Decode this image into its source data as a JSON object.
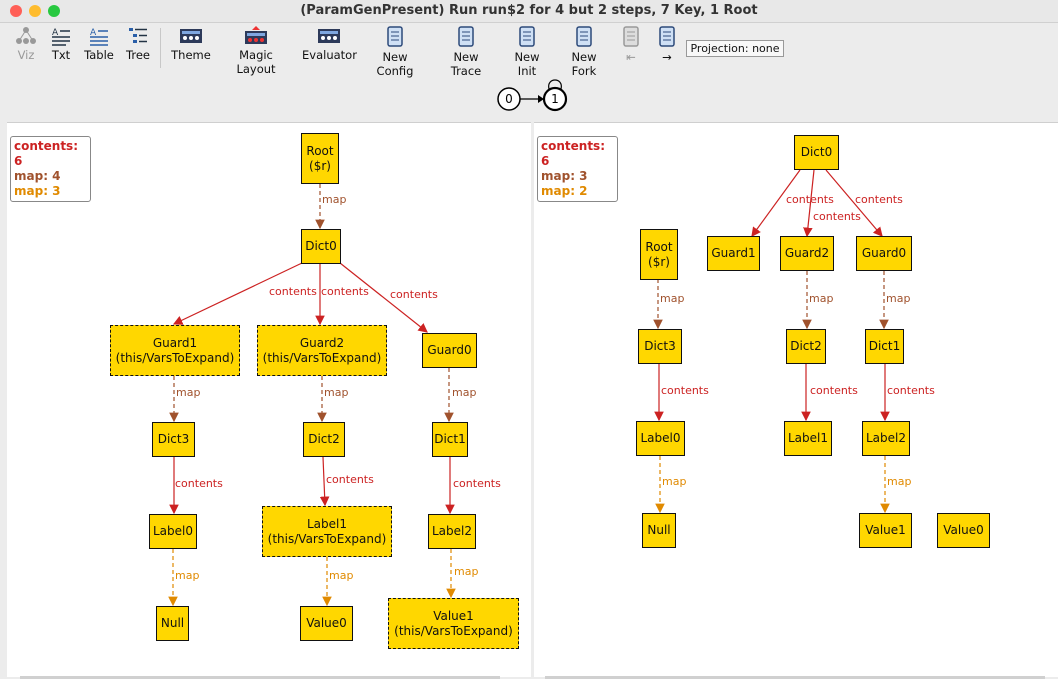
{
  "window": {
    "title": "(ParamGenPresent) Run run$2 for 4 but 2 steps, 7 Key, 1 Root"
  },
  "toolbar": {
    "viz": "Viz",
    "txt": "Txt",
    "table": "Table",
    "tree": "Tree",
    "theme": "Theme",
    "magic_layout": "Magic Layout",
    "evaluator": "Evaluator",
    "new_config": "New Config",
    "new_trace": "New Trace",
    "new_init": "New Init",
    "new_fork": "New Fork",
    "prev": "⇤",
    "next": "→",
    "projection": "Projection: none"
  },
  "trace": {
    "state0": "0",
    "state1": "1"
  },
  "left": {
    "legend": {
      "contents": "contents: 6",
      "map": "map: 4",
      "map2": "map: 3"
    },
    "nodes": {
      "root": "Root\n($r)",
      "dict0": "Dict0",
      "guard1": "Guard1\n(this/VarsToExpand)",
      "guard2": "Guard2\n(this/VarsToExpand)",
      "guard0": "Guard0",
      "dict3": "Dict3",
      "dict2": "Dict2",
      "dict1": "Dict1",
      "label0": "Label0",
      "label1": "Label1\n(this/VarsToExpand)",
      "label2": "Label2",
      "null": "Null",
      "value0": "Value0",
      "value1": "Value1\n(this/VarsToExpand)"
    },
    "edges": {
      "contents": "contents",
      "map": "map"
    }
  },
  "right": {
    "legend": {
      "contents": "contents: 6",
      "map": "map: 3",
      "map2": "map: 2"
    },
    "nodes": {
      "dict0": "Dict0",
      "root": "Root\n($r)",
      "guard1": "Guard1",
      "guard2": "Guard2",
      "guard0": "Guard0",
      "dict3": "Dict3",
      "dict2": "Dict2",
      "dict1": "Dict1",
      "label0": "Label0",
      "label1": "Label1",
      "label2": "Label2",
      "null": "Null",
      "value1": "Value1",
      "value0": "Value0"
    },
    "edges": {
      "contents": "contents",
      "map": "map"
    }
  },
  "colors": {
    "node_fill": "#ffd700",
    "contents_edge": "#cc2222",
    "map_edge": "#a0522d",
    "map2_edge": "#e08a00"
  }
}
